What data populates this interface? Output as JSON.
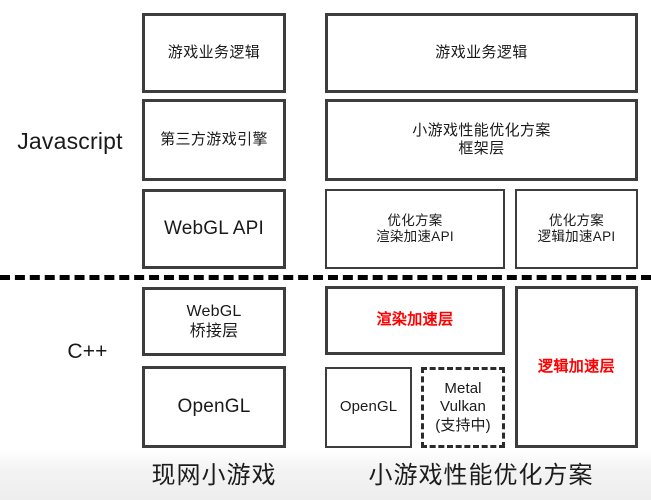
{
  "diagram": {
    "title_present": false,
    "colors": {
      "box_border": "#3d3d3d",
      "divider": "#000000",
      "highlight_text": "#ff0000",
      "text": "#1a1a1a",
      "background": "#ffffff"
    },
    "layer_labels": {
      "javascript": "Javascript",
      "cpp": "C++"
    },
    "divider": {
      "style": "dashed",
      "separates": [
        "Javascript",
        "C++"
      ]
    },
    "columns": [
      {
        "id": "current",
        "caption": "现网小游戏"
      },
      {
        "id": "optimized",
        "caption": "小游戏性能优化方案"
      }
    ],
    "boxes": {
      "current_js_business": "游戏业务逻辑",
      "current_js_engine": "第三方游戏引擎",
      "current_js_webgl_api": "WebGL API",
      "current_cpp_bridge": "WebGL\n桥接层",
      "current_cpp_opengl": "OpenGL",
      "opt_js_business": "游戏业务逻辑",
      "opt_js_framework": "小游戏性能优化方案\n框架层",
      "opt_js_render_api": "优化方案\n渲染加速API",
      "opt_js_logic_api": "优化方案\n逻辑加速API",
      "opt_cpp_render_layer": "渲染加速层",
      "opt_cpp_logic_layer": "逻辑加速层",
      "opt_cpp_opengl": "OpenGL",
      "opt_cpp_metal_vulkan": "Metal\nVulkan\n(支持中)"
    }
  }
}
